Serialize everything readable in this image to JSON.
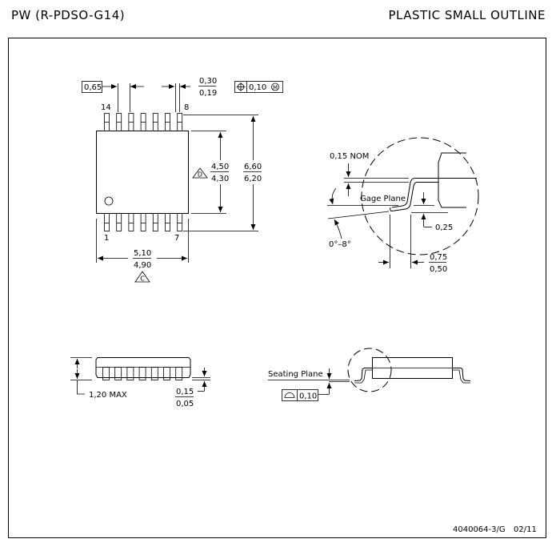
{
  "header": {
    "package_code": "PW (R-PDSO-G14)",
    "package_type": "PLASTIC SMALL OUTLINE"
  },
  "top_view": {
    "pin_pitch": "0,65",
    "lead_width_max": "0,30",
    "lead_width_min": "0,19",
    "position_tolerance": {
      "symbol": "position-icon",
      "value": "0,10",
      "modifier": "M"
    },
    "pin_labels": {
      "top_left": "14",
      "top_right": "8",
      "bottom_left": "1",
      "bottom_right": "7"
    },
    "pins_per_side": 7,
    "body_width_max": "4,50",
    "body_width_min": "4,30",
    "body_width_note": "D",
    "overall_width_max": "6,60",
    "overall_width_min": "6,20",
    "body_length_max": "5,10",
    "body_length_min": "4,90",
    "body_length_note": "C"
  },
  "detail_view": {
    "lead_thickness": "0,15 NOM",
    "gage_plane_label": "Gage Plane",
    "gage_height": "0,25",
    "angle": "0°–8°",
    "foot_length_max": "0,75",
    "foot_length_min": "0,50"
  },
  "side_view": {
    "height": "1,20 MAX",
    "standoff_max": "0,15",
    "standoff_min": "0,05"
  },
  "seating_view": {
    "seating_plane_label": "Seating Plane",
    "coplanarity": {
      "symbol": "flatness-profile-icon",
      "value": "0,10"
    }
  },
  "footer": {
    "drawing_number": "4040064-3/G",
    "date": "02/11"
  }
}
